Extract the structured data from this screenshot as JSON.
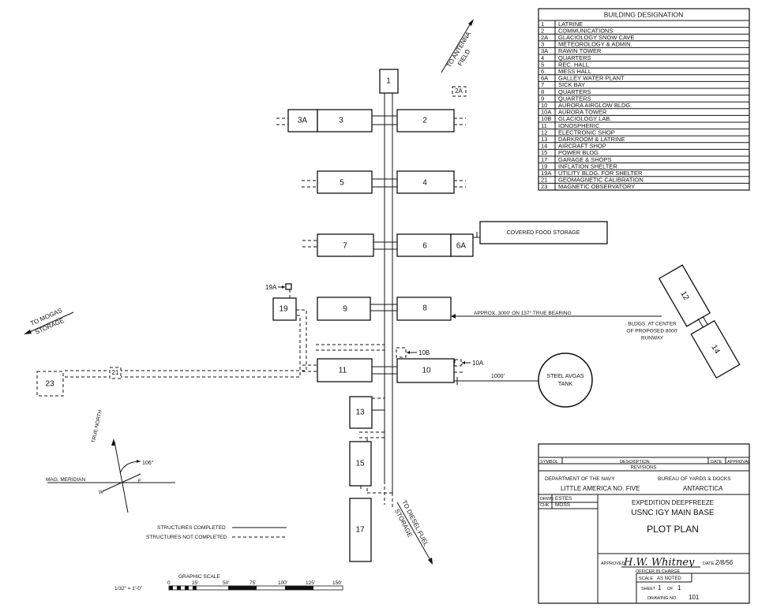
{
  "building_designation": {
    "title": "BUILDING DESIGNATION",
    "rows": [
      {
        "num": "1",
        "name": "LATRINE"
      },
      {
        "num": "2",
        "name": "COMMUNICATIONS"
      },
      {
        "num": "2A",
        "name": "GLACIOLOGY SNOW CAVE"
      },
      {
        "num": "3",
        "name": "METEOROLOGY & ADMIN."
      },
      {
        "num": "3A",
        "name": "RAWIN TOWER"
      },
      {
        "num": "4",
        "name": "QUARTERS"
      },
      {
        "num": "5",
        "name": "REC. HALL"
      },
      {
        "num": "6",
        "name": "MESS HALL"
      },
      {
        "num": "6A",
        "name": "GALLEY WATER PLANT"
      },
      {
        "num": "7",
        "name": "SICK BAY"
      },
      {
        "num": "8",
        "name": "QUARTERS"
      },
      {
        "num": "9",
        "name": "QUARTERS"
      },
      {
        "num": "10",
        "name": "AURORA AIRGLOW BLDG."
      },
      {
        "num": "10A",
        "name": "AURORA TOWER"
      },
      {
        "num": "10B",
        "name": "GLACIOLOGY LAB."
      },
      {
        "num": "11",
        "name": "IONOSPHERIC"
      },
      {
        "num": "12",
        "name": "ELECTRONIC SHOP"
      },
      {
        "num": "13",
        "name": "DARKROOM & LATRINE"
      },
      {
        "num": "14",
        "name": "AIRCRAFT SHOP"
      },
      {
        "num": "15",
        "name": "POWER BLDG."
      },
      {
        "num": "17",
        "name": "GARAGE & SHOPS"
      },
      {
        "num": "19",
        "name": "INFLATION SHELTER"
      },
      {
        "num": "19A",
        "name": "UTILITY BLDG. FOR SHELTER"
      },
      {
        "num": "21",
        "name": "GEOMAGNETIC CALIBRATION"
      },
      {
        "num": "23",
        "name": "MAGNETIC OBSERVATORY"
      }
    ]
  },
  "buildings": {
    "b1": "1",
    "b2": "2",
    "b2a": "2A",
    "b3": "3",
    "b3a": "3A",
    "b4": "4",
    "b5": "5",
    "b6": "6",
    "b6a": "6A",
    "b7": "7",
    "b8": "8",
    "b9": "9",
    "b10": "10",
    "b10a": "10A",
    "b10b": "10B",
    "b11": "11",
    "b12": "12",
    "b13": "13",
    "b14": "14",
    "b15": "15",
    "b17": "17",
    "b19": "19",
    "b19a": "19A",
    "b21": "21",
    "b23": "23"
  },
  "annotations": {
    "covered_food": "COVERED FOOD STORAGE",
    "antenna_1": "TO ANTENNA",
    "antenna_2": "FIELD",
    "mogas_1": "TO MOGAS",
    "mogas_2": "STORAGE",
    "diesel_1": "TO DIESEL FUEL",
    "diesel_2": "STORAGE",
    "approx": "APPROX. 3000' ON 137° TRUE BEARING",
    "bldgs_center_1": "BLDGS. AT CENTER",
    "bldgs_center_2": "OF PROPOSED 8000'",
    "bldgs_center_3": "RUNWAY",
    "dist_1000": "1000'",
    "tank_1": "STEEL AVGAS",
    "tank_2": "TANK"
  },
  "north_arrow": {
    "true_north": "TRUE NORTH",
    "mag_meridian": "MAG. MERIDIAN",
    "angle": "106°",
    "e": "E",
    "w": "W"
  },
  "legend": {
    "completed": "STRUCTURES COMPLETED",
    "not_completed": "STRUCTURES NOT COMPLETED"
  },
  "scale": {
    "title": "GRAPHIC SCALE",
    "ratio": "1/32\" = 1'-0\"",
    "ticks": [
      "0",
      "25'",
      "50'",
      "75'",
      "100'",
      "125'",
      "150'"
    ]
  },
  "title_block": {
    "col_symbol": "SYMBOL",
    "col_description": "DESCRIPTION",
    "col_date": "DATE",
    "col_approval": "APPROVAL",
    "revisions": "REVISIONS",
    "dept": "DEPARTMENT OF THE NAVY",
    "bureau": "BUREAU OF YARDS & DOCKS",
    "location": "LITTLE AMERICA NO. FIVE",
    "antarctica": "ANTARCTICA",
    "drwn_label": "DRWN",
    "drwn_name": "ESTES",
    "chk_label": "CHK",
    "chk_name": "MOSS",
    "project1": "EXPEDITION DEEPFREEZE",
    "project2": "USNC IGY MAIN BASE",
    "plan": "PLOT PLAN",
    "approved_label": "APPROVED",
    "signature": "H.W. Whitney",
    "officer": "OFFICER IN CHARGE",
    "date_label": "DATE",
    "date_value": "2/8/56",
    "scale_label": "SCALE",
    "scale_value": "AS NOTED",
    "sheet_label": "SHEET",
    "sheet_num": "1",
    "of_label": "OF",
    "sheet_total": "1",
    "drawing_label": "DRAWING NO.",
    "drawing_no": "101"
  }
}
